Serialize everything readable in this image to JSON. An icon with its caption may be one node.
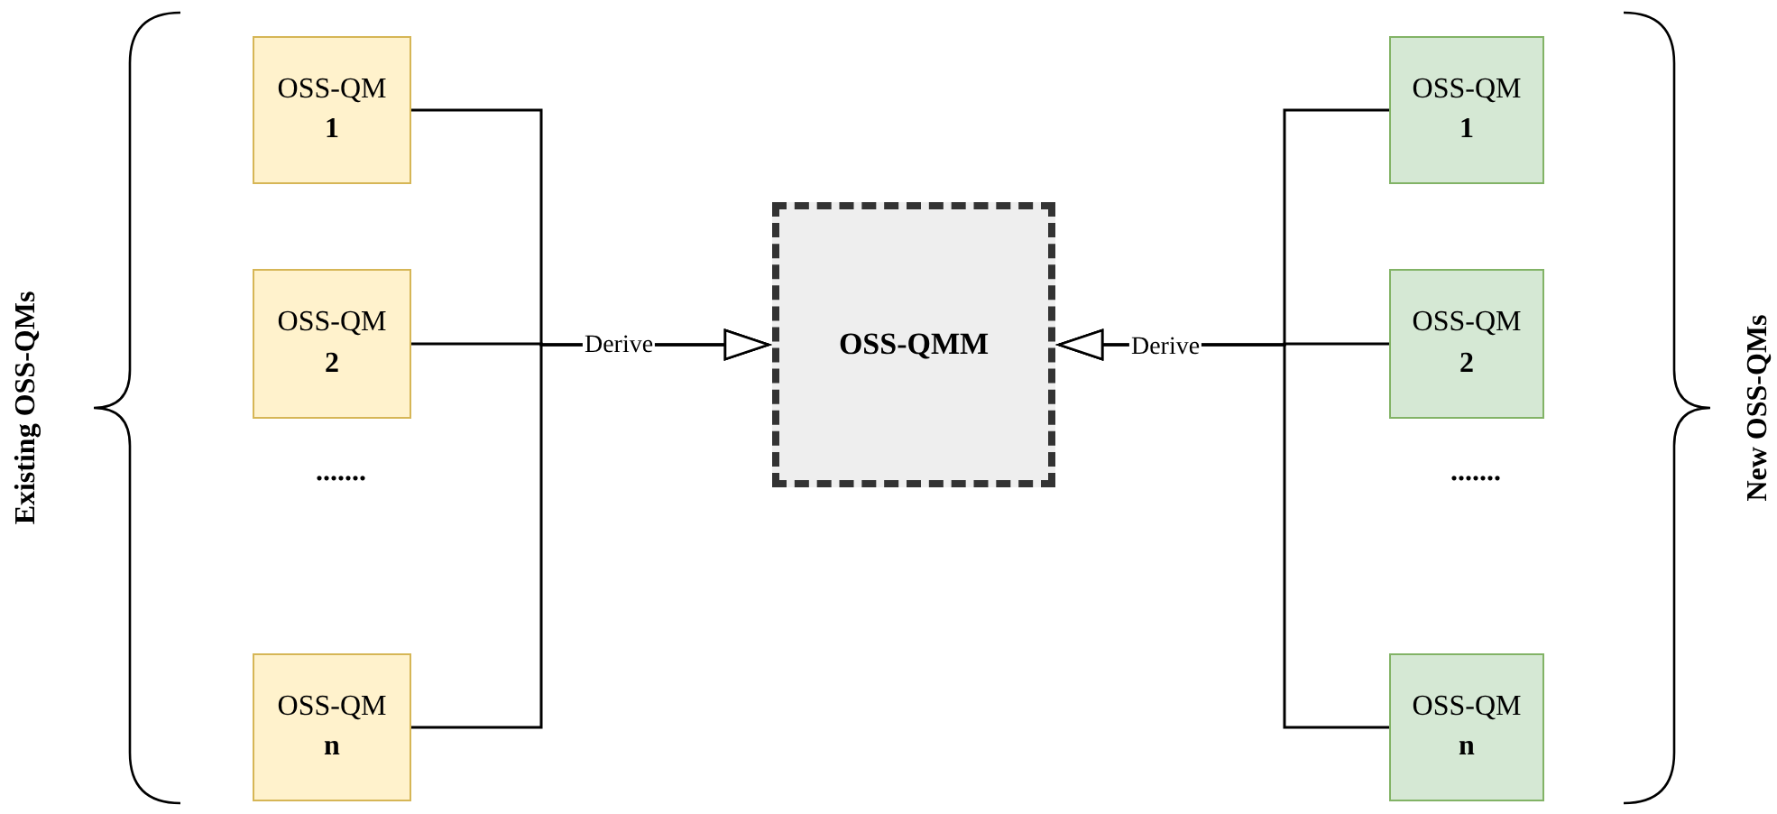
{
  "diagram": {
    "nodes": [
      {
        "text": [
          "OSS-QM",
          "1"
        ]
      },
      {
        "text": [
          "OSS-QM",
          "2"
        ]
      },
      {
        "text": [
          "OSS-QM",
          "n"
        ]
      },
      {
        "text": [
          "OSS-QMM"
        ]
      },
      {
        "text": [
          "OSS-QM",
          "1"
        ]
      },
      {
        "text": [
          "OSS-QM",
          "2"
        ]
      },
      {
        "text": [
          "OSS-QM",
          "n"
        ]
      }
    ],
    "edges": [
      {
        "from": 0,
        "to": 3,
        "arrow": "to"
      },
      {
        "from": 1,
        "to": 3,
        "arrow": "to",
        "label": "Derive"
      },
      {
        "from": 2,
        "to": 3,
        "arrow": "to"
      },
      {
        "from": 4,
        "to": 3,
        "arrow": "to"
      },
      {
        "from": 5,
        "to": 3,
        "arrow": "to",
        "label": "Derive"
      },
      {
        "from": 6,
        "to": 3,
        "arrow": "to"
      }
    ],
    "labels": [
      "Existing OSS-QMs",
      ".......",
      ".......",
      "New OSS-QMs"
    ]
  }
}
